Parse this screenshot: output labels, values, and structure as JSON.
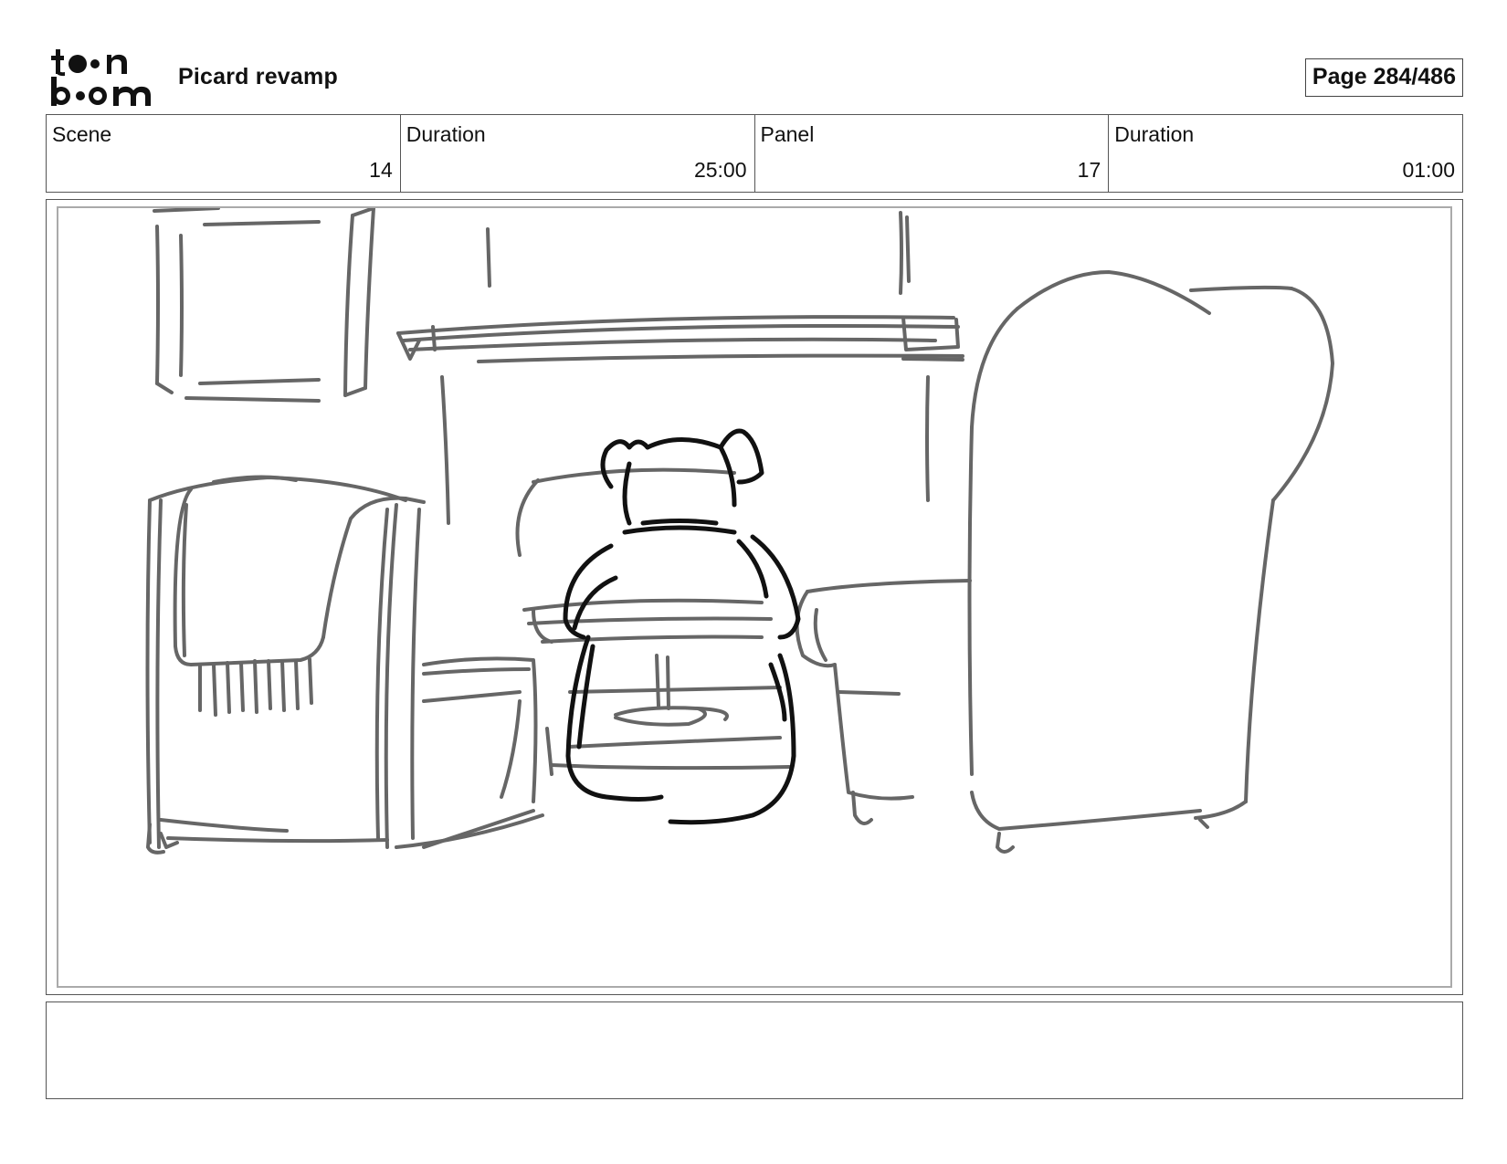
{
  "header": {
    "project_title": "Picard revamp",
    "page_label": "Page 284/486"
  },
  "info": {
    "scene_label": "Scene",
    "scene_value": "14",
    "scene_duration_label": "Duration",
    "scene_duration_value": "25:00",
    "panel_label": "Panel",
    "panel_value": "17",
    "panel_duration_label": "Duration",
    "panel_duration_value": "01:00"
  },
  "notes": {
    "text": ""
  }
}
